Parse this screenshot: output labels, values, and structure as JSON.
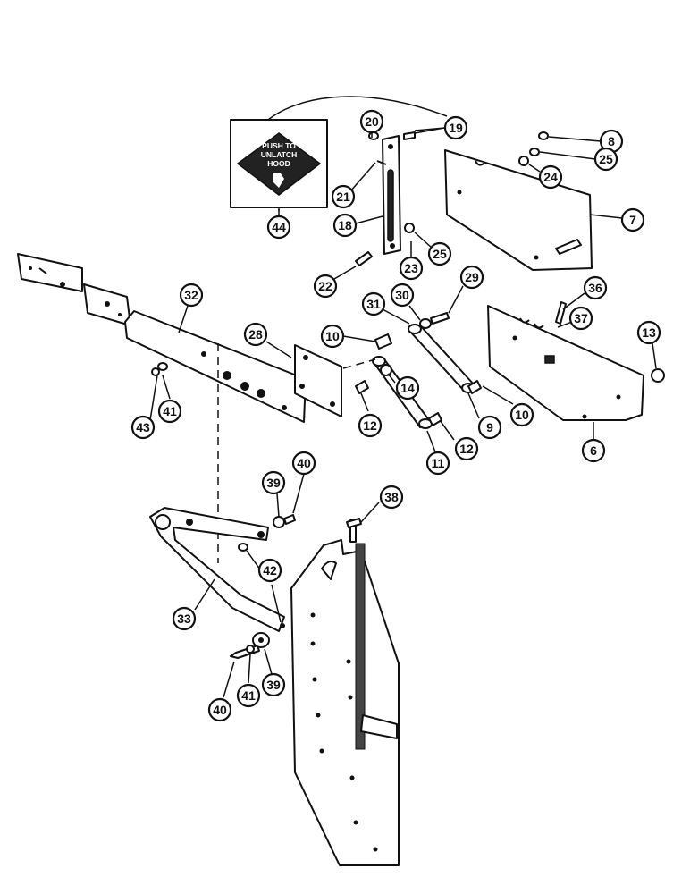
{
  "decal": {
    "line1": "PUSH TO",
    "line2": "UNLATCH",
    "line3": "HOOD"
  },
  "callouts": {
    "c44": "44",
    "c20": "20",
    "c19": "19",
    "c21": "21",
    "c18": "18",
    "c8": "8",
    "c25a": "25",
    "c24": "24",
    "c7": "7",
    "c23": "23",
    "c25b": "25",
    "c22": "22",
    "c29": "29",
    "c30": "30",
    "c31": "31",
    "c36": "36",
    "c37": "37",
    "c13": "13",
    "c32": "32",
    "c28": "28",
    "c10a": "10",
    "c14": "14",
    "c12a": "12",
    "c41a": "41",
    "c43": "43",
    "c9": "9",
    "c10b": "10",
    "c6": "6",
    "c11": "11",
    "c12b": "12",
    "c38": "38",
    "c40a": "40",
    "c39a": "39",
    "c42": "42",
    "c33": "33",
    "c40b": "40",
    "c41b": "41",
    "c39b": "39"
  }
}
